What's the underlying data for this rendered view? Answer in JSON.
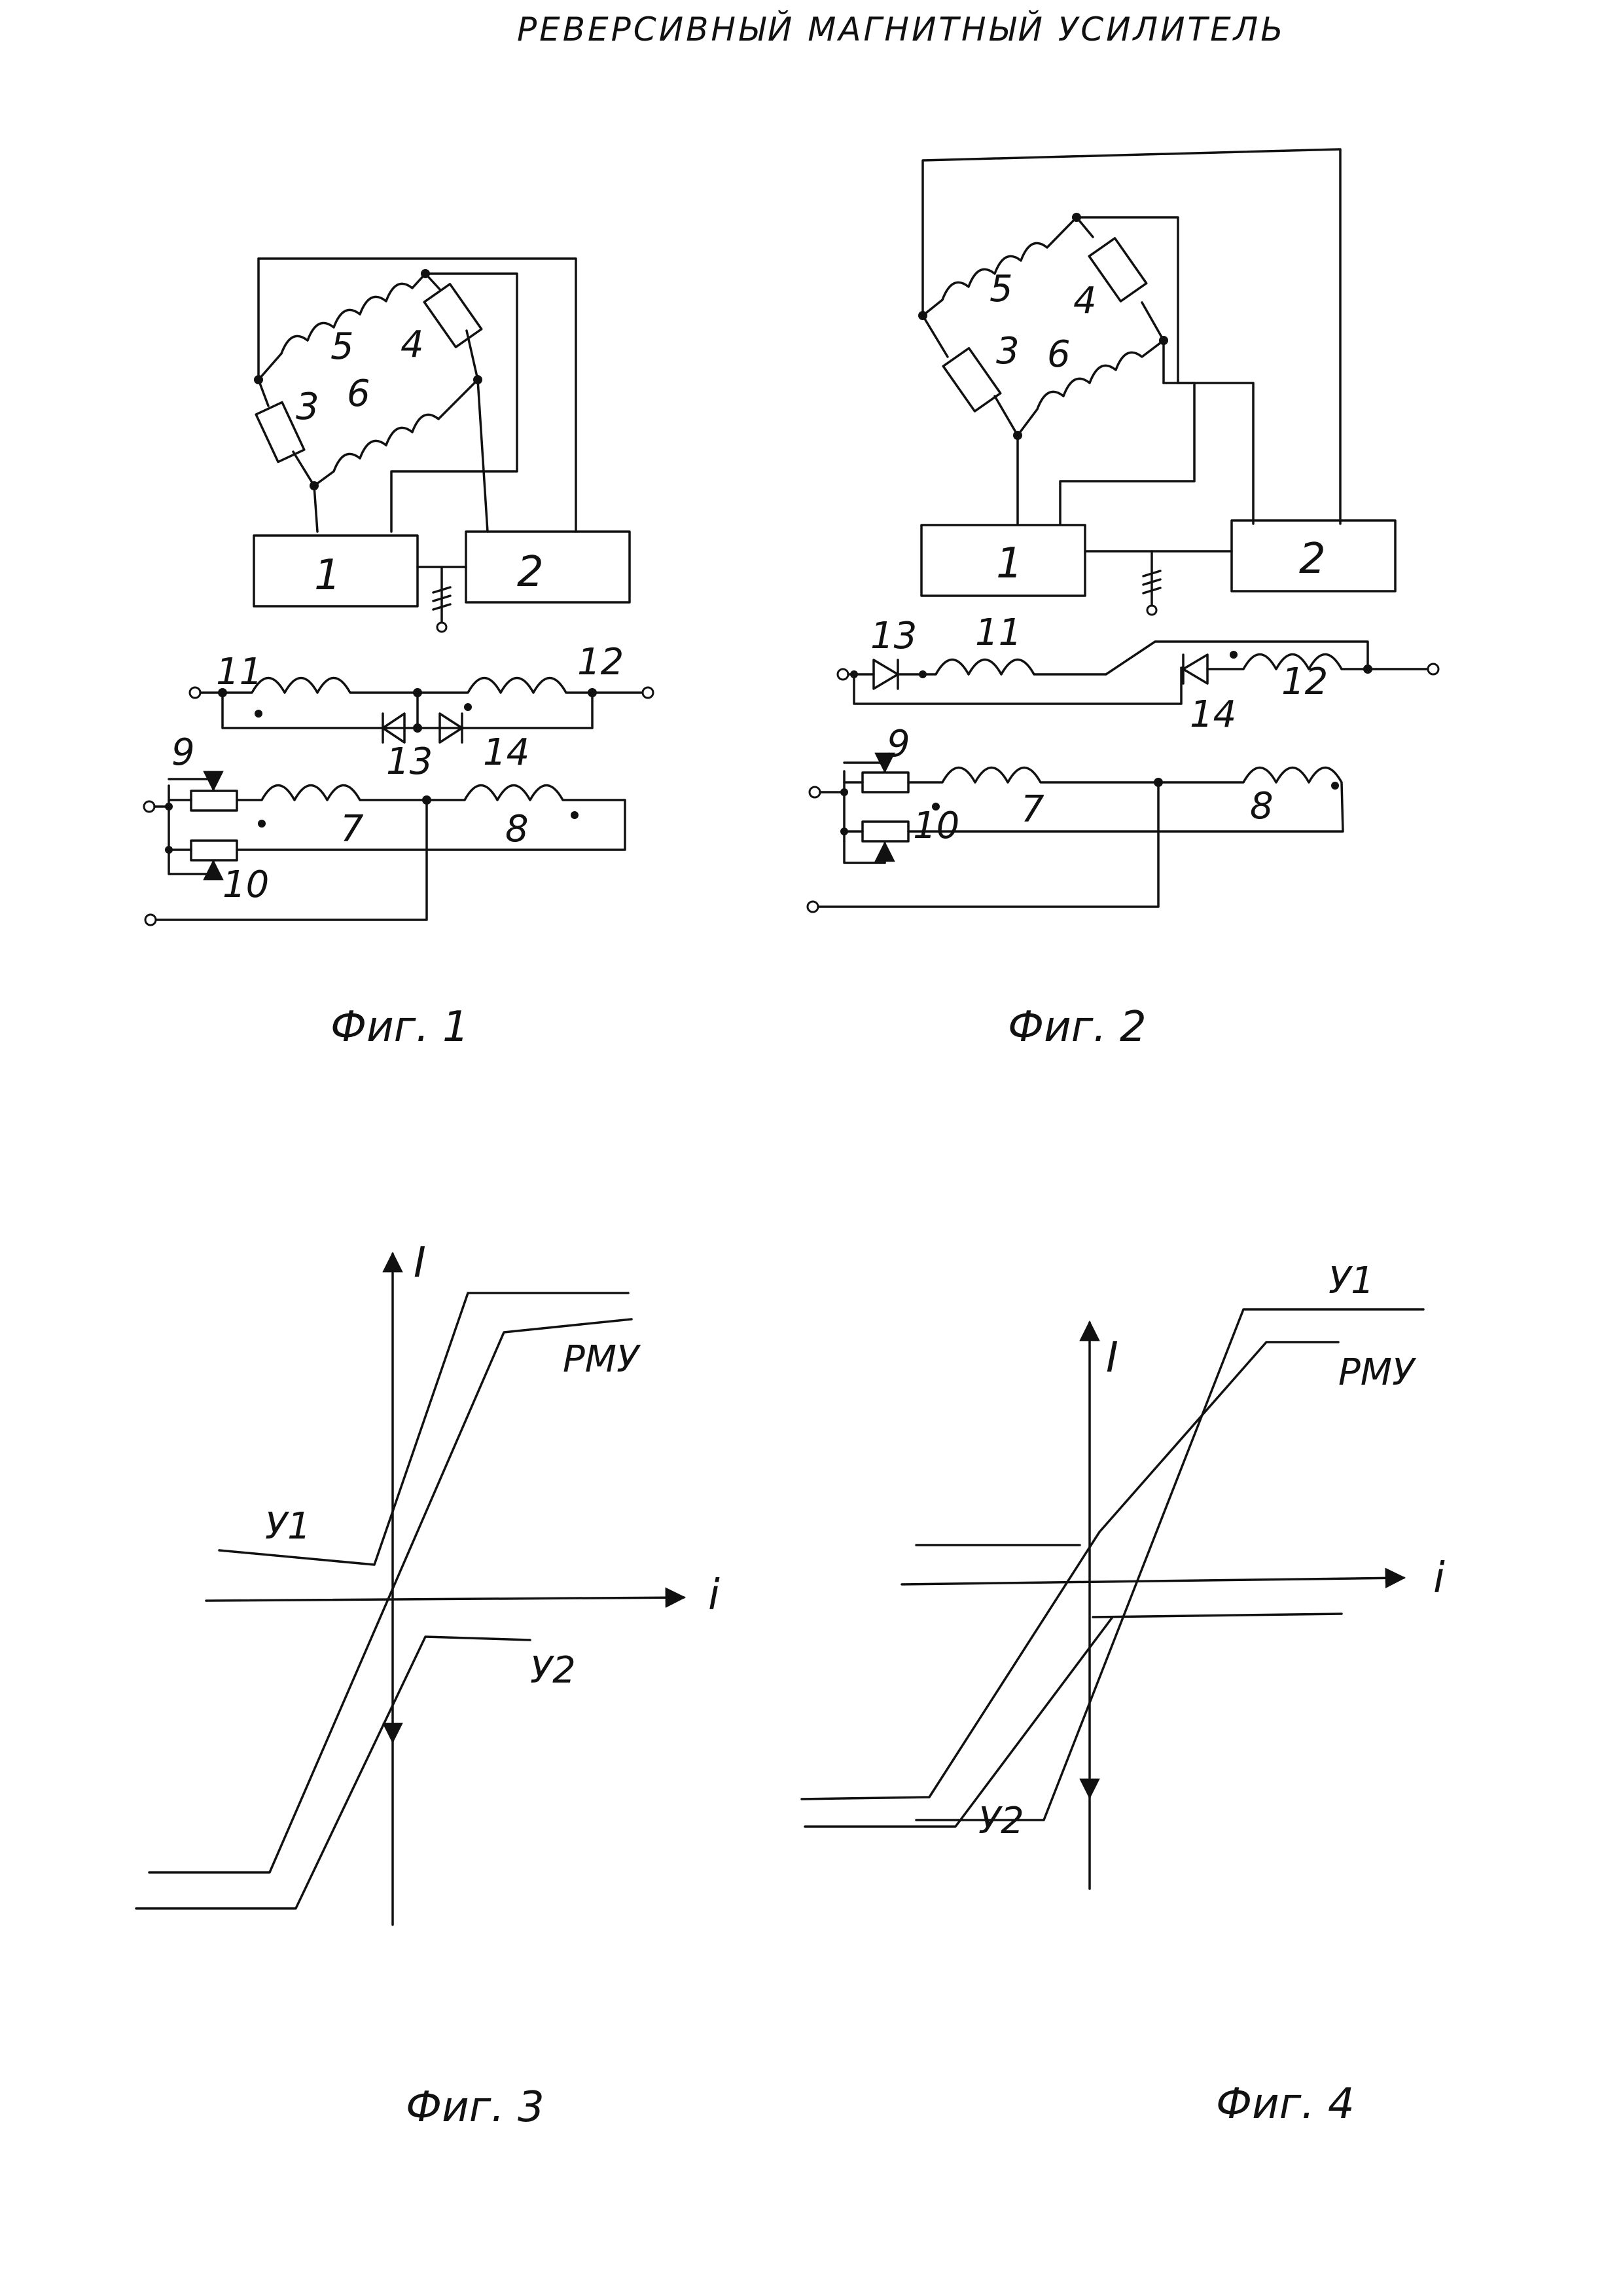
{
  "title": "РЕВЕРСИВНЫЙ МАГНИТНЫЙ УСИЛИТЕЛЬ",
  "fig1": {
    "caption": "Фиг. 1",
    "labels": {
      "b1": "1",
      "b2": "2",
      "n3": "3",
      "n4": "4",
      "n5": "5",
      "n6": "6",
      "n7": "7",
      "n8": "8",
      "n9": "9",
      "n10": "10",
      "n11": "11",
      "n12": "12",
      "n13": "13",
      "n14": "14"
    }
  },
  "fig2": {
    "caption": "Фиг. 2",
    "labels": {
      "b1": "1",
      "b2": "2",
      "n3": "3",
      "n4": "4",
      "n5": "5",
      "n6": "6",
      "n7": "7",
      "n8": "8",
      "n9": "9",
      "n10": "10",
      "n11": "11",
      "n12": "12",
      "n13": "13",
      "n14": "14"
    }
  },
  "fig3": {
    "caption": "Фиг. 3",
    "y_axis_label": "I",
    "x_axis_label": "i",
    "curves": {
      "u1": "У1",
      "u2": "У2",
      "rmu": "РМУ"
    }
  },
  "fig4": {
    "caption": "Фиг. 4",
    "y_axis_label": "I",
    "x_axis_label": "i",
    "curves": {
      "u1": "У1",
      "u2": "У2",
      "rmu": "РМУ"
    }
  }
}
